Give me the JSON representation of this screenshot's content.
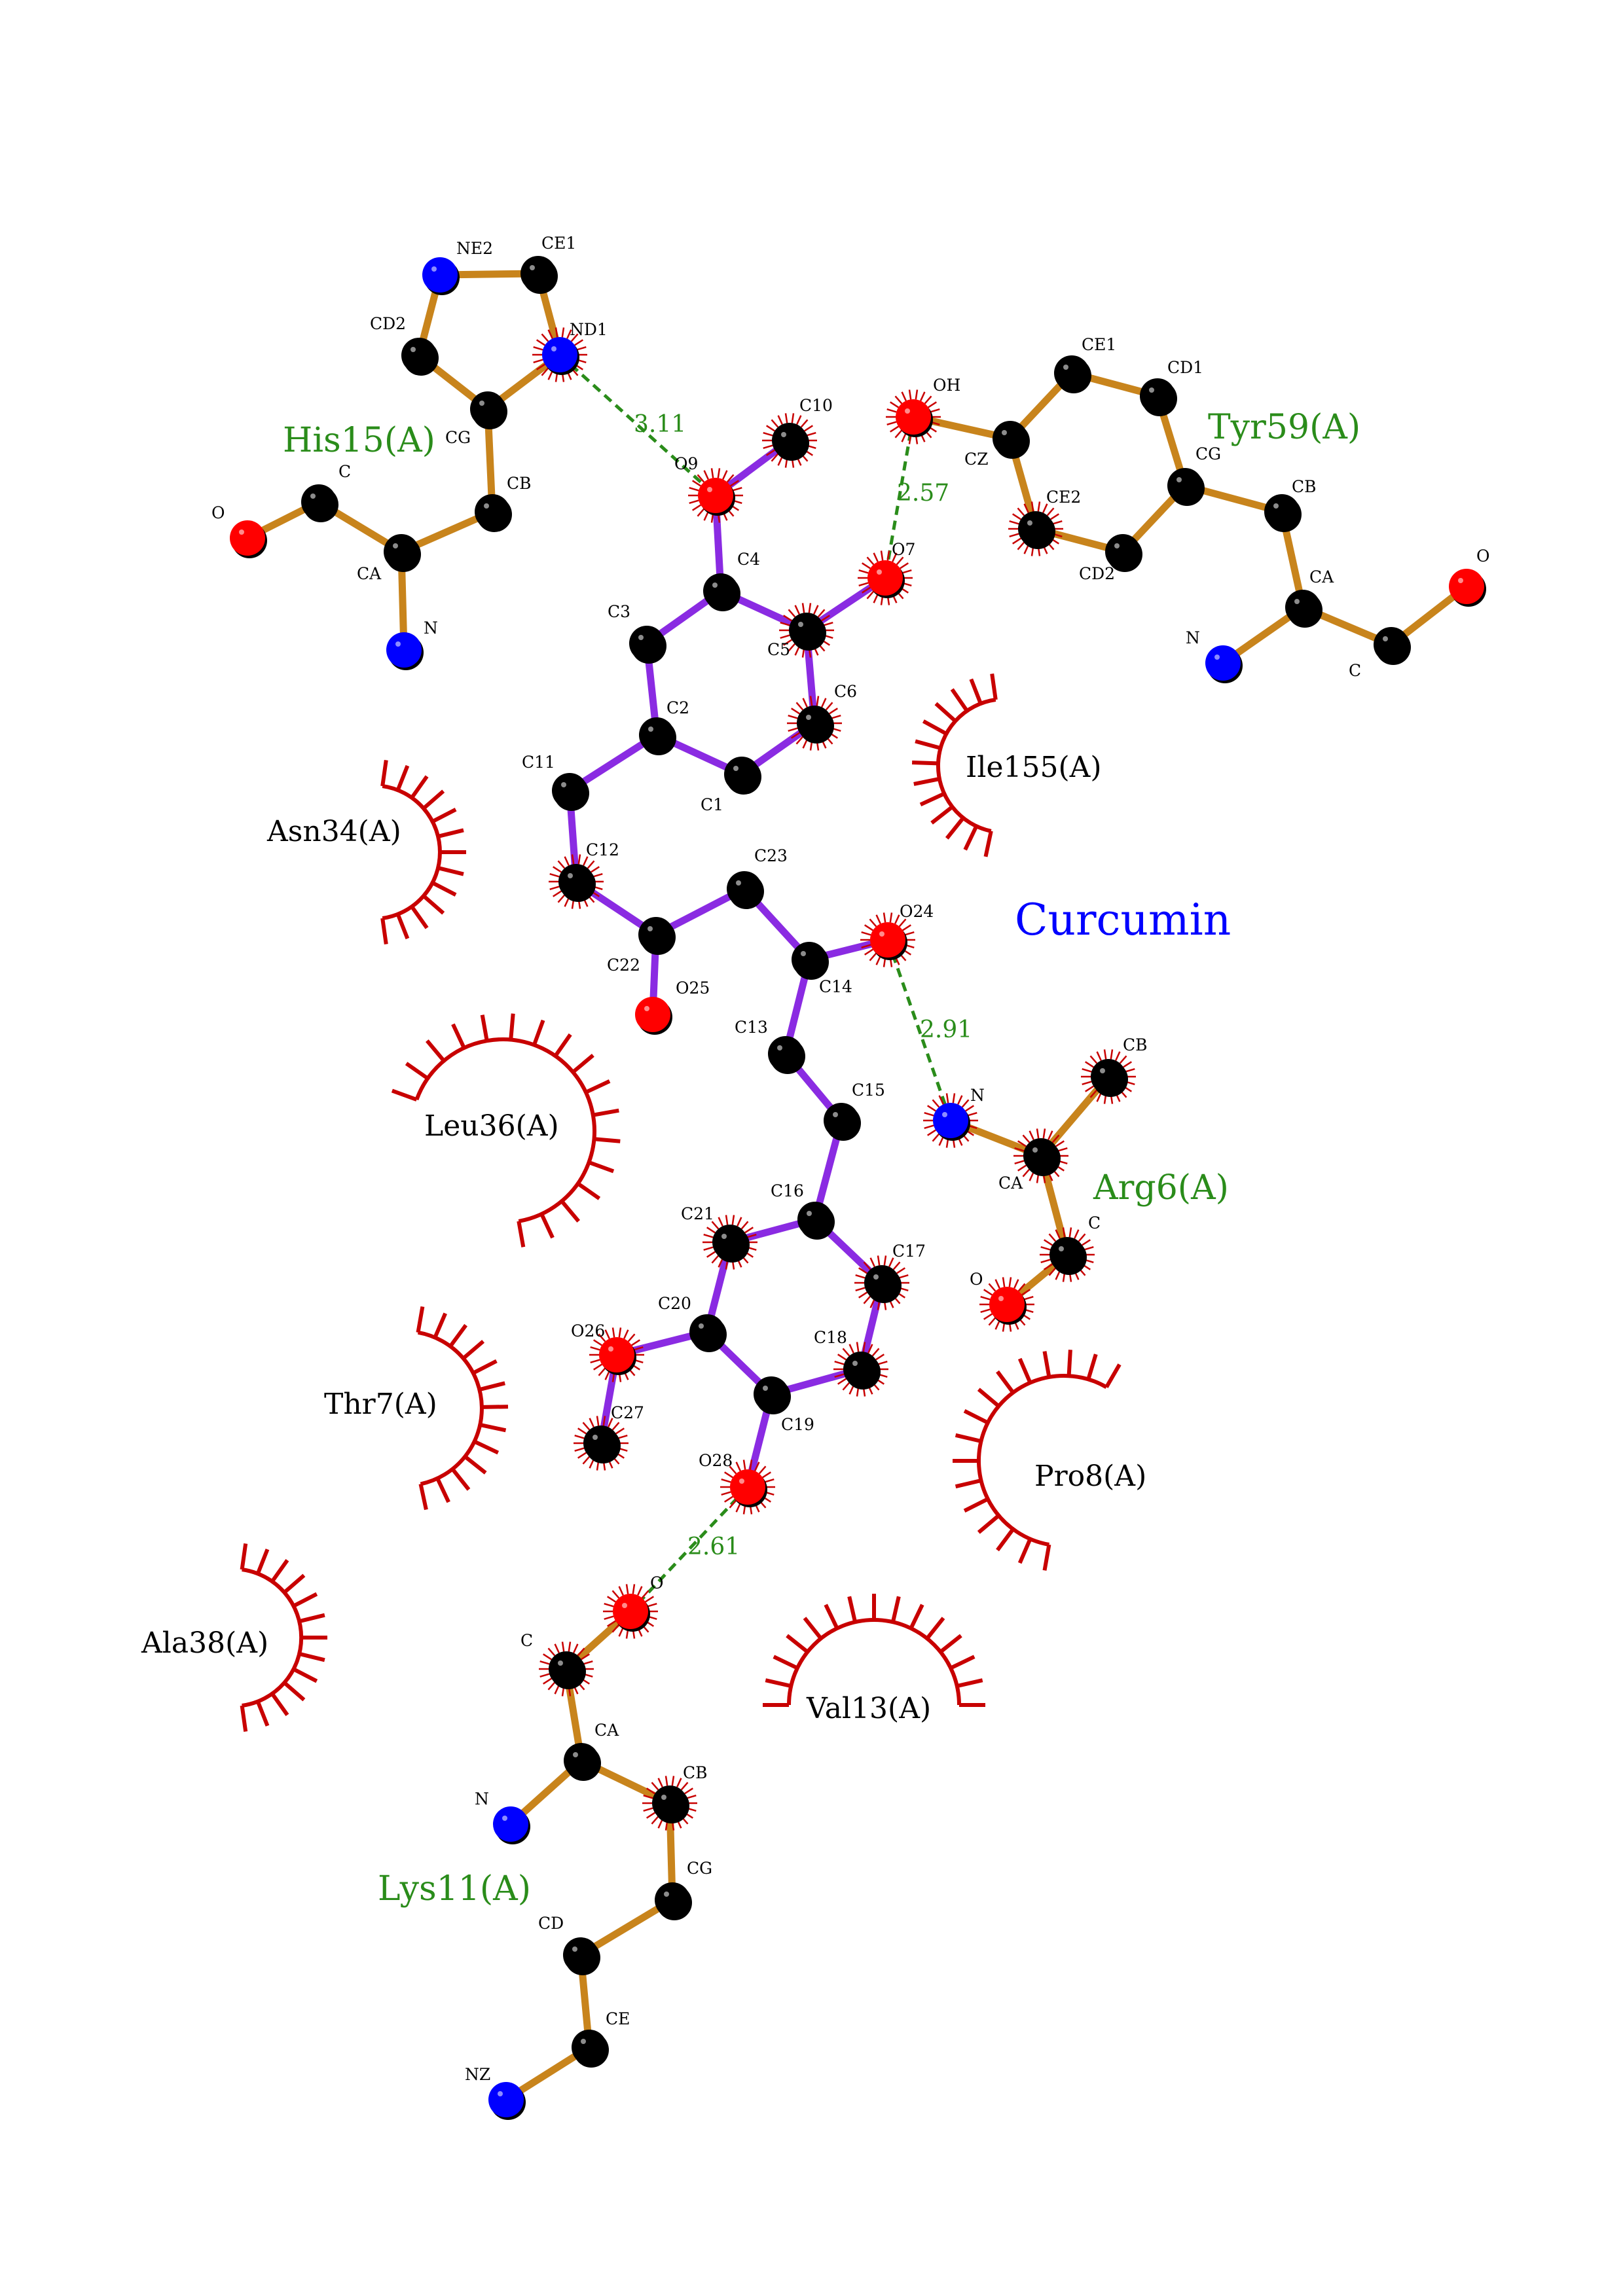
{
  "title": "Curcumin",
  "colors": {
    "ligand_bond": "#8a2be2",
    "residue_bond": "#c8841c",
    "carbon": "#000000",
    "oxygen": "#ff0000",
    "nitrogen": "#0000ff",
    "hbond": "#2a8c1a",
    "residue_label": "#2a8c1a",
    "title": "#0000ff",
    "hydrophobic": "#c80000"
  },
  "ligand": {
    "name": "Curcumin",
    "atoms": [
      {
        "id": "C1",
        "label": "C1",
        "el": "C"
      },
      {
        "id": "C2",
        "label": "C2",
        "el": "C"
      },
      {
        "id": "C3",
        "label": "C3",
        "el": "C"
      },
      {
        "id": "C4",
        "label": "C4",
        "el": "C"
      },
      {
        "id": "C5",
        "label": "C5",
        "el": "C"
      },
      {
        "id": "C6",
        "label": "C6",
        "el": "C"
      },
      {
        "id": "O7",
        "label": "O7",
        "el": "O"
      },
      {
        "id": "O9",
        "label": "O9",
        "el": "O"
      },
      {
        "id": "C10",
        "label": "C10",
        "el": "C"
      },
      {
        "id": "C11",
        "label": "C11",
        "el": "C"
      },
      {
        "id": "C12",
        "label": "C12",
        "el": "C"
      },
      {
        "id": "C22",
        "label": "C22",
        "el": "C"
      },
      {
        "id": "O25",
        "label": "O25",
        "el": "O"
      },
      {
        "id": "C23",
        "label": "C23",
        "el": "C"
      },
      {
        "id": "C14",
        "label": "C14",
        "el": "C"
      },
      {
        "id": "O24",
        "label": "O24",
        "el": "O"
      },
      {
        "id": "C13",
        "label": "C13",
        "el": "C"
      },
      {
        "id": "C15",
        "label": "C15",
        "el": "C"
      },
      {
        "id": "C16",
        "label": "C16",
        "el": "C"
      },
      {
        "id": "C17",
        "label": "C17",
        "el": "C"
      },
      {
        "id": "C18",
        "label": "C18",
        "el": "C"
      },
      {
        "id": "C19",
        "label": "C19",
        "el": "C"
      },
      {
        "id": "C20",
        "label": "C20",
        "el": "C"
      },
      {
        "id": "C21",
        "label": "C21",
        "el": "C"
      },
      {
        "id": "O26",
        "label": "O26",
        "el": "O"
      },
      {
        "id": "C27",
        "label": "C27",
        "el": "C"
      },
      {
        "id": "O28",
        "label": "O28",
        "el": "O"
      }
    ],
    "bonds": [
      [
        "C1",
        "C2"
      ],
      [
        "C2",
        "C3"
      ],
      [
        "C3",
        "C4"
      ],
      [
        "C4",
        "C5"
      ],
      [
        "C5",
        "C6"
      ],
      [
        "C6",
        "C1"
      ],
      [
        "C4",
        "O9"
      ],
      [
        "O9",
        "C10"
      ],
      [
        "C5",
        "O7"
      ],
      [
        "C2",
        "C11"
      ],
      [
        "C11",
        "C12"
      ],
      [
        "C12",
        "C22"
      ],
      [
        "C22",
        "O25"
      ],
      [
        "C22",
        "C23"
      ],
      [
        "C23",
        "C14"
      ],
      [
        "C14",
        "O24"
      ],
      [
        "C14",
        "C13"
      ],
      [
        "C13",
        "C15"
      ],
      [
        "C15",
        "C16"
      ],
      [
        "C16",
        "C17"
      ],
      [
        "C17",
        "C18"
      ],
      [
        "C18",
        "C19"
      ],
      [
        "C19",
        "C20"
      ],
      [
        "C20",
        "C21"
      ],
      [
        "C21",
        "C16"
      ],
      [
        "C20",
        "O26"
      ],
      [
        "O26",
        "C27"
      ],
      [
        "C19",
        "O28"
      ]
    ]
  },
  "residues": [
    {
      "name": "His15(A)",
      "atoms": [
        {
          "id": "O",
          "label": "O",
          "el": "O"
        },
        {
          "id": "C",
          "label": "C",
          "el": "C"
        },
        {
          "id": "CA",
          "label": "CA",
          "el": "C"
        },
        {
          "id": "N",
          "label": "N",
          "el": "N"
        },
        {
          "id": "CB",
          "label": "CB",
          "el": "C"
        },
        {
          "id": "CG",
          "label": "CG",
          "el": "C"
        },
        {
          "id": "CD2",
          "label": "CD2",
          "el": "C"
        },
        {
          "id": "NE2",
          "label": "NE2",
          "el": "N"
        },
        {
          "id": "CE1",
          "label": "CE1",
          "el": "C"
        },
        {
          "id": "ND1",
          "label": "ND1",
          "el": "N"
        }
      ],
      "bonds": [
        [
          "O",
          "C"
        ],
        [
          "C",
          "CA"
        ],
        [
          "CA",
          "N"
        ],
        [
          "CA",
          "CB"
        ],
        [
          "CB",
          "CG"
        ],
        [
          "CG",
          "CD2"
        ],
        [
          "CD2",
          "NE2"
        ],
        [
          "NE2",
          "CE1"
        ],
        [
          "CE1",
          "ND1"
        ],
        [
          "ND1",
          "CG"
        ]
      ]
    },
    {
      "name": "Tyr59(A)",
      "atoms": [
        {
          "id": "OH",
          "label": "OH",
          "el": "O"
        },
        {
          "id": "CZ",
          "label": "CZ",
          "el": "C"
        },
        {
          "id": "CE1",
          "label": "CE1",
          "el": "C"
        },
        {
          "id": "CD1",
          "label": "CD1",
          "el": "C"
        },
        {
          "id": "CG",
          "label": "CG",
          "el": "C"
        },
        {
          "id": "CD2",
          "label": "CD2",
          "el": "C"
        },
        {
          "id": "CE2",
          "label": "CE2",
          "el": "C"
        },
        {
          "id": "CB",
          "label": "CB",
          "el": "C"
        },
        {
          "id": "CA",
          "label": "CA",
          "el": "C"
        },
        {
          "id": "N",
          "label": "N",
          "el": "N"
        },
        {
          "id": "C",
          "label": "C",
          "el": "C"
        },
        {
          "id": "O",
          "label": "O",
          "el": "O"
        }
      ],
      "bonds": [
        [
          "OH",
          "CZ"
        ],
        [
          "CZ",
          "CE1"
        ],
        [
          "CE1",
          "CD1"
        ],
        [
          "CD1",
          "CG"
        ],
        [
          "CG",
          "CD2"
        ],
        [
          "CD2",
          "CE2"
        ],
        [
          "CE2",
          "CZ"
        ],
        [
          "CG",
          "CB"
        ],
        [
          "CB",
          "CA"
        ],
        [
          "CA",
          "N"
        ],
        [
          "CA",
          "C"
        ],
        [
          "C",
          "O"
        ]
      ]
    },
    {
      "name": "Arg6(A)",
      "atoms": [
        {
          "id": "N",
          "label": "N",
          "el": "N"
        },
        {
          "id": "CA",
          "label": "CA",
          "el": "C"
        },
        {
          "id": "CB",
          "label": "CB",
          "el": "C"
        },
        {
          "id": "C",
          "label": "C",
          "el": "C"
        },
        {
          "id": "O",
          "label": "O",
          "el": "O"
        }
      ],
      "bonds": [
        [
          "N",
          "CA"
        ],
        [
          "CA",
          "CB"
        ],
        [
          "CA",
          "C"
        ],
        [
          "C",
          "O"
        ]
      ]
    },
    {
      "name": "Lys11(A)",
      "atoms": [
        {
          "id": "O",
          "label": "O",
          "el": "O"
        },
        {
          "id": "C",
          "label": "C",
          "el": "C"
        },
        {
          "id": "CA",
          "label": "CA",
          "el": "C"
        },
        {
          "id": "N",
          "label": "N",
          "el": "N"
        },
        {
          "id": "CB",
          "label": "CB",
          "el": "C"
        },
        {
          "id": "CG",
          "label": "CG",
          "el": "C"
        },
        {
          "id": "CD",
          "label": "CD",
          "el": "C"
        },
        {
          "id": "CE",
          "label": "CE",
          "el": "C"
        },
        {
          "id": "NZ",
          "label": "NZ",
          "el": "N"
        }
      ],
      "bonds": [
        [
          "O",
          "C"
        ],
        [
          "C",
          "CA"
        ],
        [
          "CA",
          "N"
        ],
        [
          "CA",
          "CB"
        ],
        [
          "CB",
          "CG"
        ],
        [
          "CG",
          "CD"
        ],
        [
          "CD",
          "CE"
        ],
        [
          "CE",
          "NZ"
        ]
      ]
    }
  ],
  "hbonds": [
    {
      "from": "His15(A).ND1",
      "to": "ligand.O9",
      "distance": "3.11"
    },
    {
      "from": "Tyr59(A).OH",
      "to": "ligand.O7",
      "distance": "2.57"
    },
    {
      "from": "ligand.O24",
      "to": "Arg6(A).N",
      "distance": "2.91"
    },
    {
      "from": "ligand.O28",
      "to": "Lys11(A).O",
      "distance": "2.61"
    }
  ],
  "hydrophobic_contacts": [
    {
      "name": "Ile155(A)"
    },
    {
      "name": "Asn34(A)"
    },
    {
      "name": "Leu36(A)"
    },
    {
      "name": "Thr7(A)"
    },
    {
      "name": "Pro8(A)"
    },
    {
      "name": "Ala38(A)"
    },
    {
      "name": "Val13(A)"
    }
  ]
}
